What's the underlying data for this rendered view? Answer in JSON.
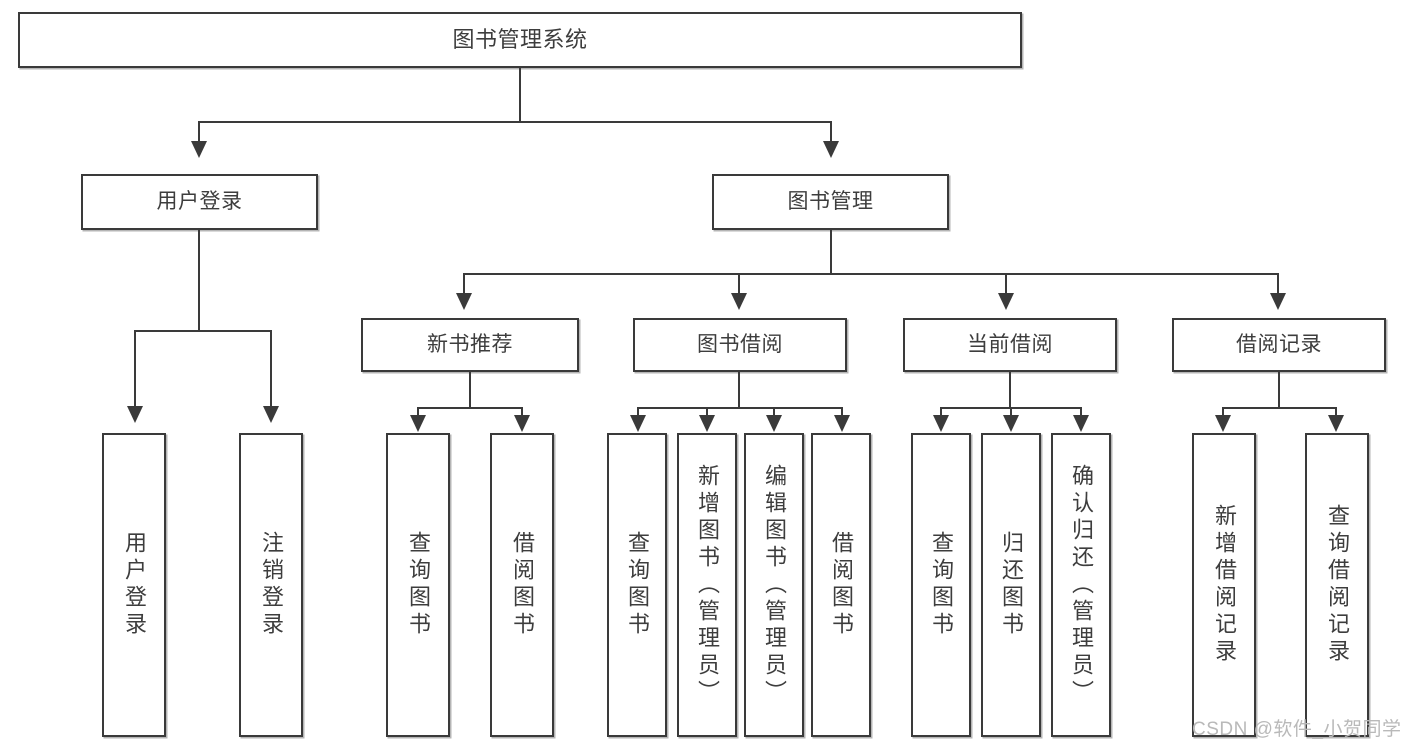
{
  "diagram": {
    "title": "图书管理系统",
    "type": "tree-hierarchy",
    "levels": 4,
    "colors": {
      "stroke": "#3a3a3a",
      "text": "#3d3d3d",
      "background": "#ffffff",
      "watermark": "#b9b9b9"
    },
    "root": {
      "label": "图书管理系统"
    },
    "level2": [
      {
        "label": "用户登录"
      },
      {
        "label": "图书管理"
      }
    ],
    "level3": [
      {
        "label": "新书推荐"
      },
      {
        "label": "图书借阅"
      },
      {
        "label": "当前借阅"
      },
      {
        "label": "借阅记录"
      }
    ],
    "leaves": {
      "user_login": [
        {
          "label": "用户登录"
        },
        {
          "label": "注销登录"
        }
      ],
      "new_book_recommend": [
        {
          "label": "查询图书"
        },
        {
          "label": "借阅图书"
        }
      ],
      "book_borrow": [
        {
          "label": "查询图书"
        },
        {
          "label": "新增图书（管理员）"
        },
        {
          "label": "编辑图书（管理员）"
        },
        {
          "label": "借阅图书"
        }
      ],
      "current_borrow": [
        {
          "label": "查询图书"
        },
        {
          "label": "归还图书"
        },
        {
          "label": "确认归还（管理员）"
        }
      ],
      "borrow_record": [
        {
          "label": "新增借阅记录"
        },
        {
          "label": "查询借阅记录"
        }
      ]
    }
  },
  "watermark": {
    "text": "CSDN @软件_小贺同学"
  }
}
